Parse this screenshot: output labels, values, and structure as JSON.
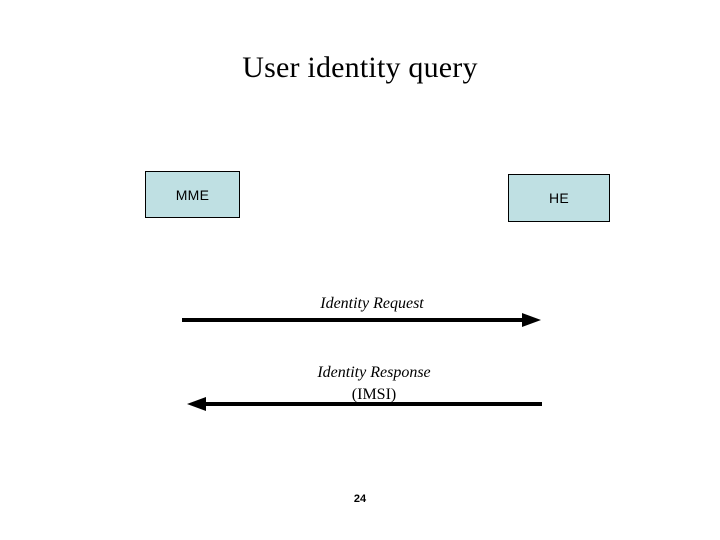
{
  "slide": {
    "title": "User identity query",
    "page_number": "24",
    "background_color": "#ffffff"
  },
  "entities": [
    {
      "id": "mme",
      "label": "MME",
      "fill_color": "#bfe0e3",
      "border_color": "#000000"
    },
    {
      "id": "he",
      "label": "HE",
      "fill_color": "#bfe0e3",
      "border_color": "#000000"
    }
  ],
  "messages": [
    {
      "id": "identity-request",
      "label": "Identity Request",
      "sublabel": "",
      "direction": "mme-to-he",
      "arrow_color": "#000000"
    },
    {
      "id": "identity-response",
      "label": "Identity Response",
      "sublabel": "(IMSI)",
      "direction": "he-to-mme",
      "arrow_color": "#000000"
    }
  ]
}
